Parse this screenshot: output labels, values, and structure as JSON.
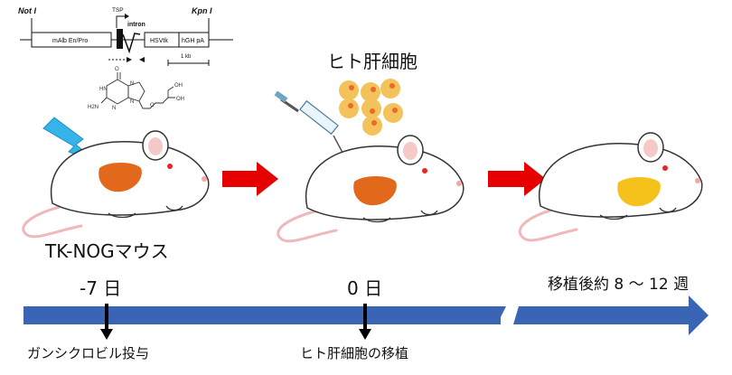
{
  "construct": {
    "site_left": "Not I",
    "site_right": "Kpn I",
    "tsp": "TSP",
    "intron": "intron",
    "promoter": "mAlb En/Pro",
    "gene": "HSVtk",
    "polya": "hGH pA",
    "scale": "1 kb"
  },
  "chem": {
    "n1": "HN",
    "n2": "N",
    "n3": "N",
    "n4": "N",
    "nh2": "H2N",
    "oh1": "OH",
    "oh2": "OH",
    "o": "O",
    "o2": "O"
  },
  "labels": {
    "cells": "ヒト肝細胞",
    "mouse": "TK-NOGマウス",
    "day_start": "-7 日",
    "day_zero": "0 日",
    "weeks": "移植後約 8 〜 12 週",
    "event1": "ガンシクロビル投与",
    "event2": "ヒト肝細胞の移植"
  },
  "colors": {
    "timeline": "#3a64b4",
    "arrow": "#e60000",
    "liver_damaged": "#e2691c",
    "liver_human": "#f5c21b",
    "lightning": "#36b4ea",
    "cell": "#f4c25a",
    "nucleus": "#ea6a2c"
  }
}
